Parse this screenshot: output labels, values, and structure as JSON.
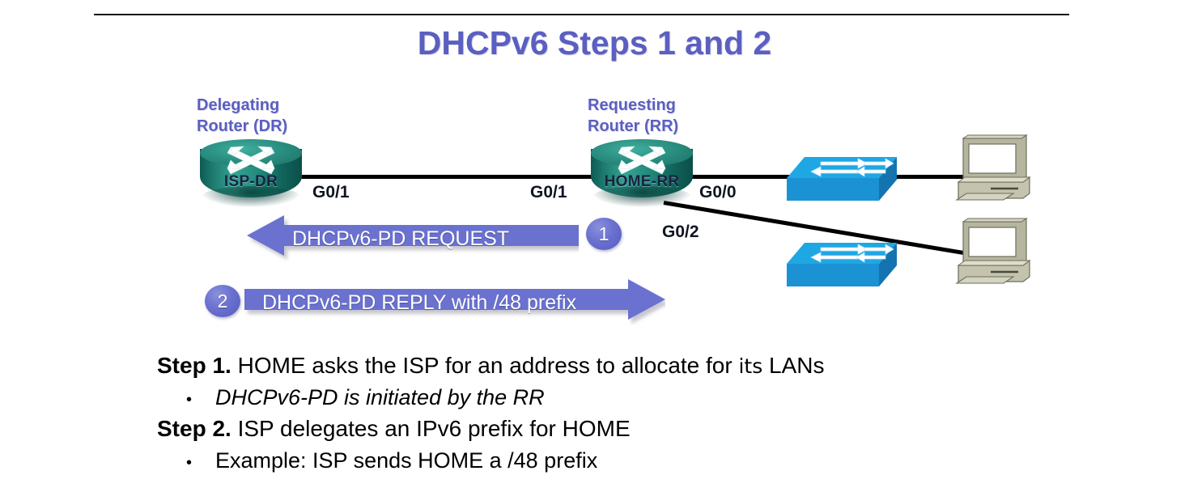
{
  "slide": {
    "title": "DHCPv6 Steps 1 and 2",
    "title_color": "#5b5fc0",
    "background": "#ffffff"
  },
  "topology": {
    "delegating_router": {
      "caption_line1": "Delegating",
      "caption_line2": "Router (DR)",
      "name": "ISP-DR",
      "icon": "router-icon",
      "color": "#23887c"
    },
    "requesting_router": {
      "caption_line1": "Requesting",
      "caption_line2": "Router (RR)",
      "name": "HOME-RR",
      "icon": "router-icon",
      "color": "#23887c"
    },
    "interfaces": {
      "dr_g01": "G0/1",
      "rr_g01": "G0/1",
      "rr_g00": "G0/0",
      "rr_g02": "G0/2"
    },
    "switches": [
      {
        "icon": "switch-icon",
        "color": "#1b9ddb"
      },
      {
        "icon": "switch-icon",
        "color": "#1b9ddb"
      }
    ],
    "hosts": [
      {
        "icon": "pc-icon",
        "color": "#b6b69a"
      },
      {
        "icon": "pc-icon",
        "color": "#b6b69a"
      }
    ]
  },
  "messages": [
    {
      "label": "DHCPv6-PD REQUEST",
      "direction": "left",
      "badge": "1",
      "color": "#6a71cf"
    },
    {
      "label": "DHCPv6-PD REPLY with /48 prefix",
      "direction": "right",
      "badge": "2",
      "color": "#6a71cf"
    }
  ],
  "body": {
    "step1_lead": "Step 1.",
    "step1_text_a": " HOME asks the ISP for an address to allocate for ",
    "step1_its": "its",
    "step1_text_b": " LANs",
    "step1_bullet": "DHCPv6-PD is initiated by the RR",
    "step2_lead": "Step 2.",
    "step2_text": " ISP delegates an IPv6 prefix for HOME",
    "step2_bullet": "Example: ISP sends HOME a /48 prefix",
    "bullet_glyph": "•"
  }
}
